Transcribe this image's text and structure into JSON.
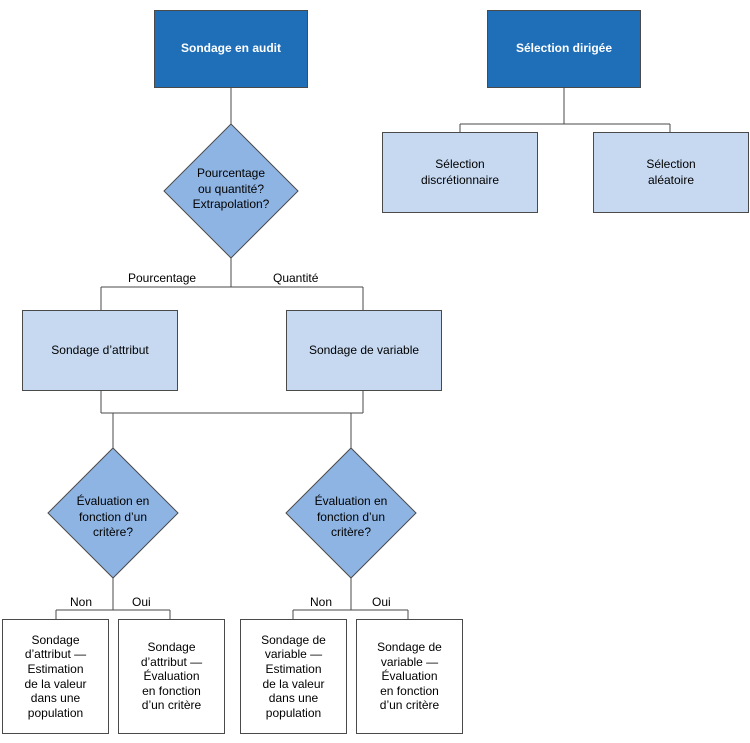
{
  "colors": {
    "dark_node": "#1e6fb8",
    "light_node": "#c6d9f1",
    "diamond": "#8eb4e3",
    "line": "#4a4a4a"
  },
  "root": {
    "label": "Sondage en audit"
  },
  "directed": {
    "label": "Sélection dirigée"
  },
  "discretionary": {
    "label": "Sélection\ndiscrétionnaire"
  },
  "random": {
    "label": "Sélection\naléatoire"
  },
  "decision_main": {
    "label": "Pourcentage\nou quantité?\nExtrapolation?"
  },
  "branch_labels": {
    "percentage": "Pourcentage",
    "quantity": "Quantité"
  },
  "attribute": {
    "label": "Sondage d’attribut"
  },
  "variable": {
    "label": "Sondage de variable"
  },
  "decision_left": {
    "label": "Évaluation en\nfonction d’un\ncritère?"
  },
  "decision_right": {
    "label": "Évaluation en\nfonction d’un\ncritère?"
  },
  "answers": {
    "no_left": "Non",
    "yes_left": "Oui",
    "no_right": "Non",
    "yes_right": "Oui"
  },
  "leaf_1": {
    "label": "Sondage\nd’attribut —\nEstimation\nde la valeur\ndans une\npopulation"
  },
  "leaf_2": {
    "label": "Sondage\nd’attribut —\nÉvaluation\nen fonction\nd’un critère"
  },
  "leaf_3": {
    "label": "Sondage de\nvariable —\nEstimation\nde la valeur\ndans une\npopulation"
  },
  "leaf_4": {
    "label": "Sondage de\nvariable —\nÉvaluation\nen fonction\nd’un critère"
  }
}
